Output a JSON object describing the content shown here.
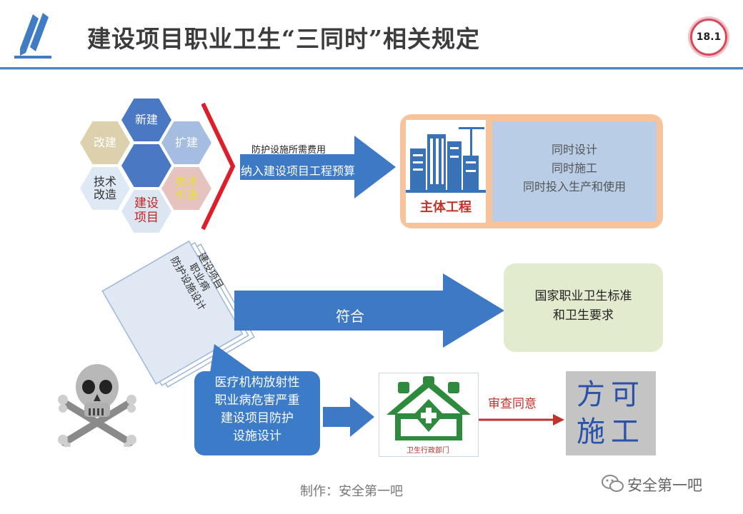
{
  "header": {
    "title": "建设项目职业卫生“三同时”相关规定",
    "badge": "18.1",
    "colors": {
      "accent": "#4d86c4",
      "badge_border": "#d9485a"
    }
  },
  "hexagons": {
    "top": "新建",
    "left": "改建",
    "right": "扩建",
    "bottom_left": "技术\n改造",
    "bottom_right": "技术\n引进",
    "center": "建设\n项目"
  },
  "top_arrow": {
    "small_label": "防护设施所需费用",
    "main_label": "纳入建设项目工程预算"
  },
  "main_project": {
    "label": "主体工程",
    "lines": [
      "同时设计",
      "同时施工",
      "同时投入生产和使用"
    ]
  },
  "document": {
    "text": "建设项目\n职业病\n防护设施设计"
  },
  "middle_arrow": {
    "label": "符合"
  },
  "standard_box": {
    "lines": [
      "国家职业卫生标准",
      "和卫生要求"
    ]
  },
  "radiation_box": {
    "lines": [
      "医疗机构放射性",
      "职业病危害严重",
      "建设项目防护",
      "设施设计"
    ]
  },
  "health_dept": {
    "label": "卫生行政部门"
  },
  "review": {
    "label": "审查同意"
  },
  "final": {
    "lines": [
      "方可",
      "施工"
    ]
  },
  "footer": {
    "credit": "制作：安全第一吧",
    "watermark": "安全第一吧"
  }
}
